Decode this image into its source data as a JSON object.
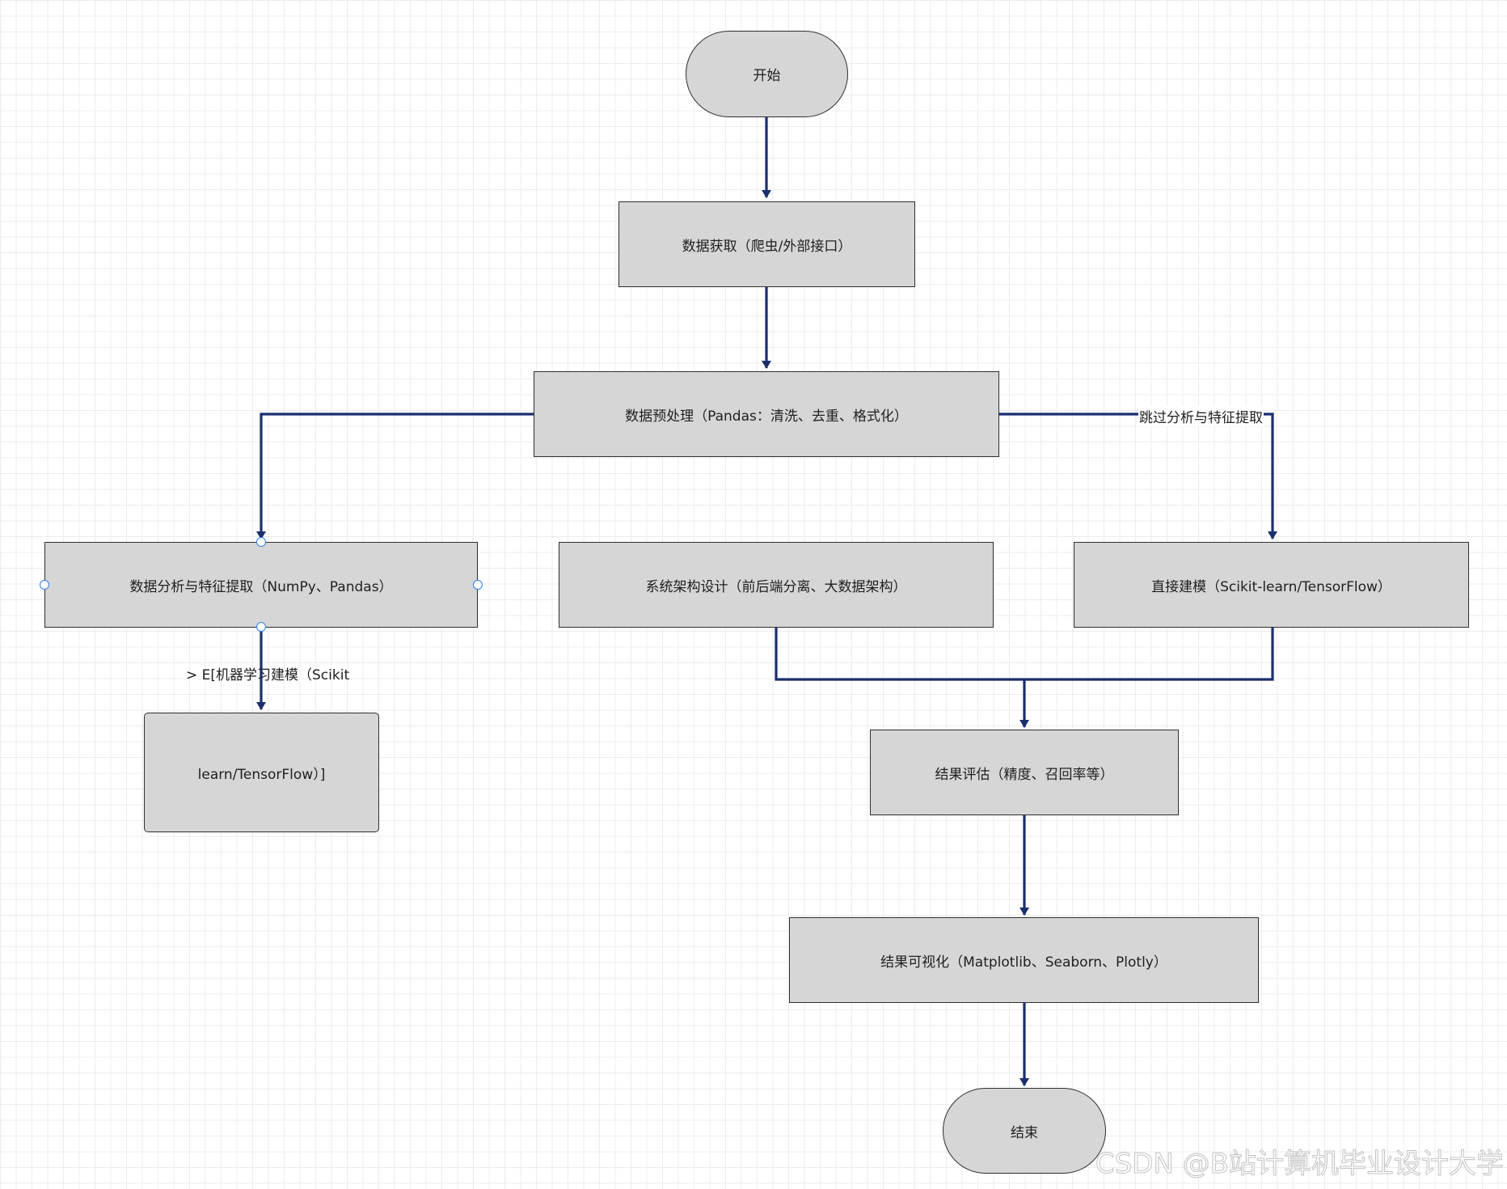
{
  "diagram": {
    "nodes": {
      "start": "开始",
      "acquire": "数据获取（爬虫/外部接口）",
      "preprocess": "数据预处理（Pandas：清洗、去重、格式化）",
      "analysis": "数据分析与特征提取（NumPy、Pandas）",
      "architecture": "系统架构设计（前后端分离、大数据架构）",
      "direct_model": "直接建模（Scikit-learn/TensorFlow）",
      "ml_model": "learn/TensorFlow）]",
      "evaluate": "结果评估（精度、召回率等）",
      "visualize": "结果可视化（Matplotlib、Seaborn、Plotly）",
      "end": "结束"
    },
    "edge_labels": {
      "skip": "跳过分析与特征提取",
      "ml_edge": "> E[机器学习建模（Scikit"
    },
    "colors": {
      "edge": "#1b2f6e",
      "node_fill": "#d6d6d6",
      "node_border": "#2f2f2f",
      "handle": "#2f80ed"
    }
  },
  "watermark": "CSDN @B站计算机毕业设计大学"
}
